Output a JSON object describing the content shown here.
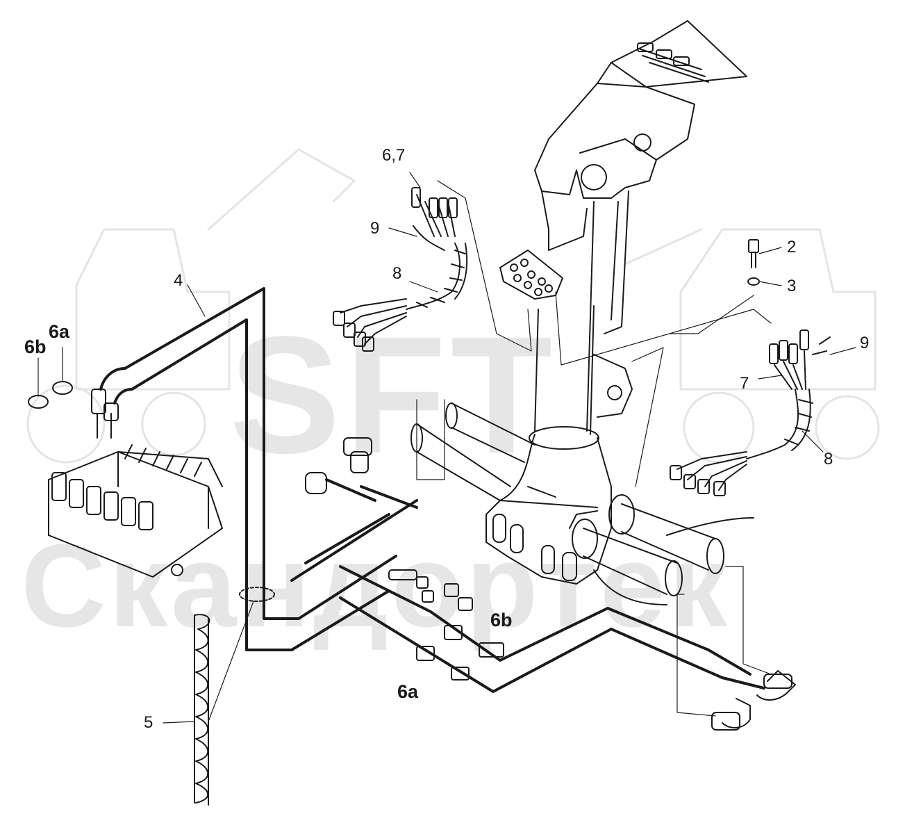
{
  "watermark": {
    "brand": "SFT",
    "company": "Скандортек"
  },
  "callouts": {
    "c67": "6,7",
    "c9_top": "9",
    "c8_top": "8",
    "c4": "4",
    "c6a_left": "6a",
    "c6b_left": "6b",
    "c2": "2",
    "c3": "3",
    "c9_right": "9",
    "c7": "7",
    "c8_right": "8",
    "c6b_mid": "6b",
    "c6a_bottom": "6a",
    "c5": "5"
  },
  "colors": {
    "line": "#1a1a1a",
    "watermark": "#e6e6e6"
  }
}
